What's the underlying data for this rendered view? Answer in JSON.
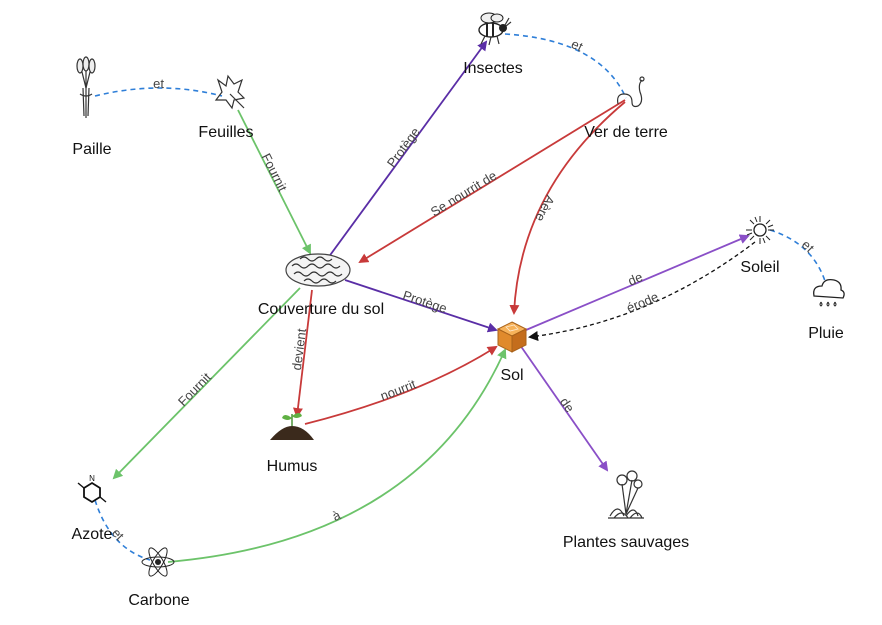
{
  "colors": {
    "green": "#6cc36a",
    "purple": "#8a4fc7",
    "darkpurple": "#5a2ea6",
    "red": "#c83a3a",
    "blue": "#2f7fd8",
    "black": "#111111"
  },
  "nodes": {
    "paille": {
      "label": "Paille",
      "icon": "wheat-icon"
    },
    "feuilles": {
      "label": "Feuilles",
      "icon": "leaf-icon"
    },
    "insectes": {
      "label": "Insectes",
      "icon": "bee-icon"
    },
    "ver": {
      "label": "Ver de terre",
      "icon": "worm-icon"
    },
    "couverture": {
      "label": "Couverture du sol",
      "icon": "mulch-icon"
    },
    "sol": {
      "label": "Sol",
      "icon": "soil-cube-icon"
    },
    "soleil": {
      "label": "Soleil",
      "icon": "sun-icon"
    },
    "pluie": {
      "label": "Pluie",
      "icon": "rain-cloud-icon"
    },
    "humus": {
      "label": "Humus",
      "icon": "sprout-icon"
    },
    "azote": {
      "label": "Azote",
      "icon": "molecule-icon"
    },
    "carbone": {
      "label": "Carbone",
      "icon": "atom-icon"
    },
    "plantes": {
      "label": "Plantes sauvages",
      "icon": "dandelion-icon"
    }
  },
  "edges": {
    "paille_feuilles": {
      "label": "et",
      "color": "blue"
    },
    "feuilles_couv": {
      "label": "Fournit",
      "color": "green"
    },
    "couv_insectes": {
      "label": "Protège",
      "color": "darkpurple"
    },
    "insectes_ver": {
      "label": "et",
      "color": "blue"
    },
    "ver_couv": {
      "label": "Se nourrit de",
      "color": "red"
    },
    "ver_sol": {
      "label": "Aère",
      "color": "red"
    },
    "couv_sol": {
      "label": "Protège",
      "color": "darkpurple"
    },
    "sol_soleil": {
      "label": "de",
      "color": "purple"
    },
    "soleil_sol": {
      "label": "érode",
      "color": "black"
    },
    "soleil_pluie": {
      "label": "et",
      "color": "blue"
    },
    "couv_humus": {
      "label": "devient",
      "color": "red"
    },
    "humus_sol": {
      "label": "nourrit",
      "color": "red"
    },
    "couv_azote": {
      "label": "Fournit",
      "color": "green"
    },
    "azote_carbone": {
      "label": "et",
      "color": "blue"
    },
    "carbone_sol": {
      "label": "à",
      "color": "green"
    },
    "sol_plantes": {
      "label": "de",
      "color": "purple"
    }
  }
}
